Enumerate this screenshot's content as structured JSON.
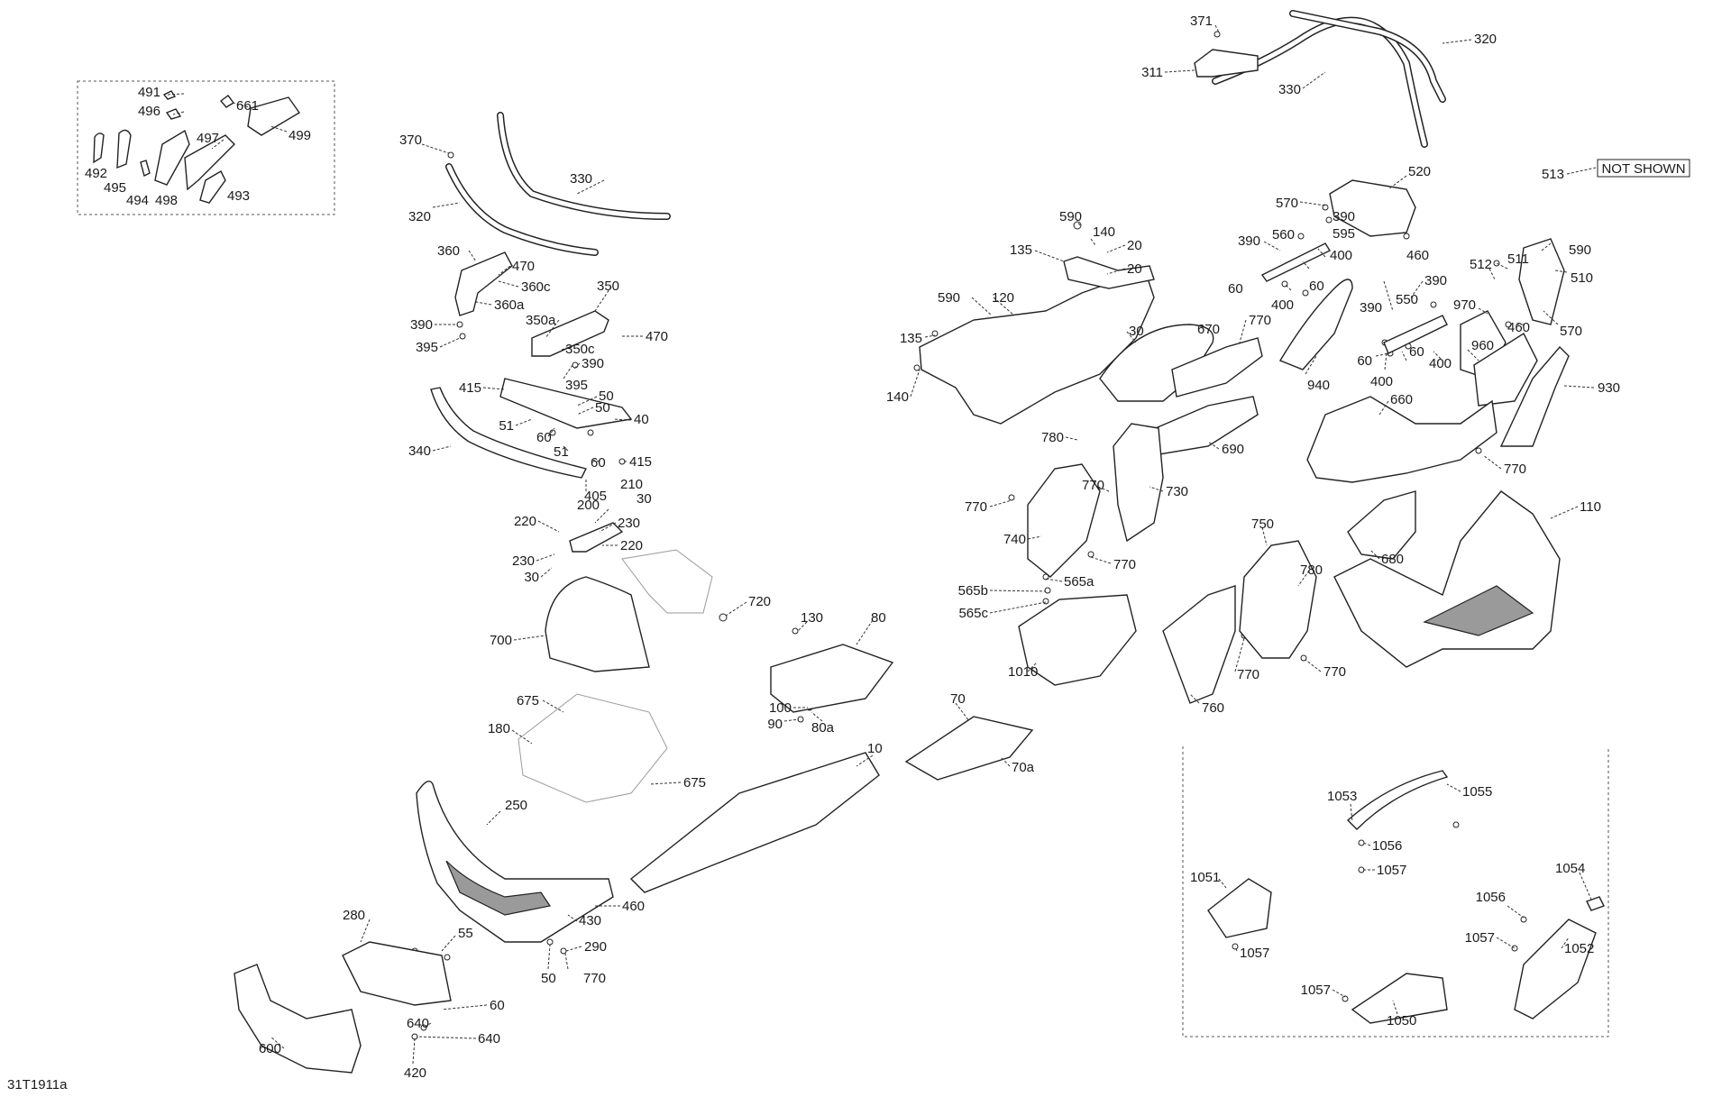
{
  "diagram": {
    "code": "31T1911a",
    "not_shown": "NOT SHOWN",
    "callouts": [
      {
        "id": "c371",
        "text": "371"
      },
      {
        "id": "c320a",
        "text": "320"
      },
      {
        "id": "c311",
        "text": "311"
      },
      {
        "id": "c330a",
        "text": "330"
      },
      {
        "id": "c513",
        "text": "513"
      },
      {
        "id": "c491",
        "text": "491"
      },
      {
        "id": "c496",
        "text": "496"
      },
      {
        "id": "c661",
        "text": "661"
      },
      {
        "id": "c499",
        "text": "499"
      },
      {
        "id": "c497",
        "text": "497"
      },
      {
        "id": "c492",
        "text": "492"
      },
      {
        "id": "c495",
        "text": "495"
      },
      {
        "id": "c494",
        "text": "494"
      },
      {
        "id": "c498",
        "text": "498"
      },
      {
        "id": "c493",
        "text": "493"
      },
      {
        "id": "c370",
        "text": "370"
      },
      {
        "id": "c330b",
        "text": "330"
      },
      {
        "id": "c320b",
        "text": "320"
      },
      {
        "id": "c520",
        "text": "520"
      },
      {
        "id": "c570a",
        "text": "570"
      },
      {
        "id": "c390a",
        "text": "390"
      },
      {
        "id": "c595",
        "text": "595"
      },
      {
        "id": "c460a",
        "text": "460"
      },
      {
        "id": "c590a",
        "text": "590"
      },
      {
        "id": "c140a",
        "text": "140"
      },
      {
        "id": "c135a",
        "text": "135"
      },
      {
        "id": "c20a",
        "text": "20"
      },
      {
        "id": "c20b",
        "text": "20"
      },
      {
        "id": "c390b",
        "text": "390"
      },
      {
        "id": "c560",
        "text": "560"
      },
      {
        "id": "c400a",
        "text": "400"
      },
      {
        "id": "c60a",
        "text": "60"
      },
      {
        "id": "c400b",
        "text": "400"
      },
      {
        "id": "c60b",
        "text": "60"
      },
      {
        "id": "c590b",
        "text": "590"
      },
      {
        "id": "c512",
        "text": "512"
      },
      {
        "id": "c511",
        "text": "511"
      },
      {
        "id": "c510",
        "text": "510"
      },
      {
        "id": "c390c",
        "text": "390"
      },
      {
        "id": "c390d",
        "text": "390"
      },
      {
        "id": "c550",
        "text": "550"
      },
      {
        "id": "c970",
        "text": "970"
      },
      {
        "id": "c460b",
        "text": "460"
      },
      {
        "id": "c570b",
        "text": "570"
      },
      {
        "id": "c360",
        "text": "360"
      },
      {
        "id": "c470a",
        "text": "470"
      },
      {
        "id": "c360c",
        "text": "360c"
      },
      {
        "id": "c350",
        "text": "350"
      },
      {
        "id": "c360a",
        "text": "360a"
      },
      {
        "id": "c390e",
        "text": "390"
      },
      {
        "id": "c350a",
        "text": "350a"
      },
      {
        "id": "c470b",
        "text": "470"
      },
      {
        "id": "c395a",
        "text": "395"
      },
      {
        "id": "c350c",
        "text": "350c"
      },
      {
        "id": "c390f",
        "text": "390"
      },
      {
        "id": "c395b",
        "text": "395"
      },
      {
        "id": "c590c",
        "text": "590"
      },
      {
        "id": "c120",
        "text": "120"
      },
      {
        "id": "c670",
        "text": "670"
      },
      {
        "id": "c30a",
        "text": "30"
      },
      {
        "id": "c770a",
        "text": "770"
      },
      {
        "id": "c135b",
        "text": "135"
      },
      {
        "id": "c940",
        "text": "940"
      },
      {
        "id": "c60c",
        "text": "60"
      },
      {
        "id": "c60d",
        "text": "60"
      },
      {
        "id": "c400c",
        "text": "400"
      },
      {
        "id": "c960",
        "text": "960"
      },
      {
        "id": "c400d",
        "text": "400"
      },
      {
        "id": "c930",
        "text": "930"
      },
      {
        "id": "c140b",
        "text": "140"
      },
      {
        "id": "c415a",
        "text": "415"
      },
      {
        "id": "c50a",
        "text": "50"
      },
      {
        "id": "c50b",
        "text": "50"
      },
      {
        "id": "c51a",
        "text": "51"
      },
      {
        "id": "c60e",
        "text": "60"
      },
      {
        "id": "c40",
        "text": "40"
      },
      {
        "id": "c660",
        "text": "660"
      },
      {
        "id": "c340",
        "text": "340"
      },
      {
        "id": "c51b",
        "text": "51"
      },
      {
        "id": "c60f",
        "text": "60"
      },
      {
        "id": "c415b",
        "text": "415"
      },
      {
        "id": "c780a",
        "text": "780"
      },
      {
        "id": "c690",
        "text": "690"
      },
      {
        "id": "c770b",
        "text": "770"
      },
      {
        "id": "c405",
        "text": "405"
      },
      {
        "id": "c210",
        "text": "210"
      },
      {
        "id": "c30b",
        "text": "30"
      },
      {
        "id": "c770c",
        "text": "770"
      },
      {
        "id": "c730",
        "text": "730"
      },
      {
        "id": "c770d",
        "text": "770"
      },
      {
        "id": "c110",
        "text": "110"
      },
      {
        "id": "c220a",
        "text": "220"
      },
      {
        "id": "c200",
        "text": "200"
      },
      {
        "id": "c230a",
        "text": "230"
      },
      {
        "id": "c740",
        "text": "740"
      },
      {
        "id": "c750",
        "text": "750"
      },
      {
        "id": "c220b",
        "text": "220"
      },
      {
        "id": "c230b",
        "text": "230"
      },
      {
        "id": "c680",
        "text": "680"
      },
      {
        "id": "c770e",
        "text": "770"
      },
      {
        "id": "c30c",
        "text": "30"
      },
      {
        "id": "c565a",
        "text": "565a"
      },
      {
        "id": "c780b",
        "text": "780"
      },
      {
        "id": "c565b",
        "text": "565b"
      },
      {
        "id": "c720",
        "text": "720"
      },
      {
        "id": "c565c",
        "text": "565c"
      },
      {
        "id": "c700",
        "text": "700"
      },
      {
        "id": "c130",
        "text": "130"
      },
      {
        "id": "c80",
        "text": "80"
      },
      {
        "id": "c1010",
        "text": "1010"
      },
      {
        "id": "c770f",
        "text": "770"
      },
      {
        "id": "c770g",
        "text": "770"
      },
      {
        "id": "c675a",
        "text": "675"
      },
      {
        "id": "c70",
        "text": "70"
      },
      {
        "id": "c100",
        "text": "100"
      },
      {
        "id": "c760",
        "text": "760"
      },
      {
        "id": "c90",
        "text": "90"
      },
      {
        "id": "c80a",
        "text": "80a"
      },
      {
        "id": "c180",
        "text": "180"
      },
      {
        "id": "c70a",
        "text": "70a"
      },
      {
        "id": "c10",
        "text": "10"
      },
      {
        "id": "c675b",
        "text": "675"
      },
      {
        "id": "c1055",
        "text": "1055"
      },
      {
        "id": "c1053",
        "text": "1053"
      },
      {
        "id": "c250",
        "text": "250"
      },
      {
        "id": "c1056a",
        "text": "1056"
      },
      {
        "id": "c1054",
        "text": "1054"
      },
      {
        "id": "c1057a",
        "text": "1057"
      },
      {
        "id": "c1051",
        "text": "1051"
      },
      {
        "id": "c460c",
        "text": "460"
      },
      {
        "id": "c1056b",
        "text": "1056"
      },
      {
        "id": "c280",
        "text": "280"
      },
      {
        "id": "c430",
        "text": "430"
      },
      {
        "id": "c55",
        "text": "55"
      },
      {
        "id": "c290",
        "text": "290"
      },
      {
        "id": "c1057b",
        "text": "1057"
      },
      {
        "id": "c1052",
        "text": "1052"
      },
      {
        "id": "c1057c",
        "text": "1057"
      },
      {
        "id": "c50c",
        "text": "50"
      },
      {
        "id": "c770h",
        "text": "770"
      },
      {
        "id": "c1057d",
        "text": "1057"
      },
      {
        "id": "c60g",
        "text": "60"
      },
      {
        "id": "c640a",
        "text": "640"
      },
      {
        "id": "c1050",
        "text": "1050"
      },
      {
        "id": "c600",
        "text": "600"
      },
      {
        "id": "c640b",
        "text": "640"
      },
      {
        "id": "c420",
        "text": "420"
      }
    ]
  }
}
